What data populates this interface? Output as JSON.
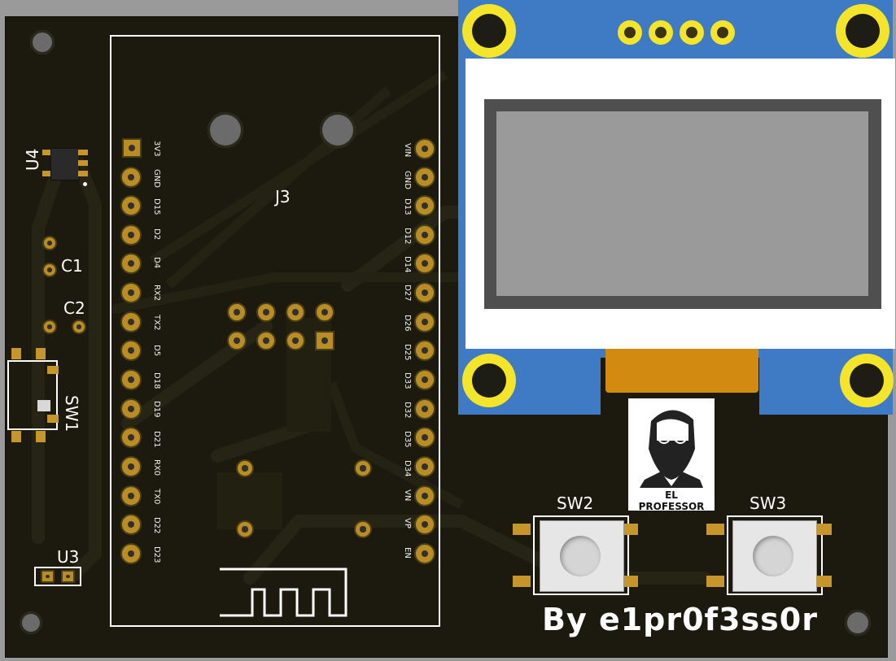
{
  "board": {
    "left_header": {
      "labels": [
        "3V3",
        "GND",
        "D15",
        "D2",
        "D4",
        "RX2",
        "TX2",
        "D5",
        "D18",
        "D19",
        "D21",
        "RX0",
        "TX0",
        "D22",
        "D23"
      ]
    },
    "right_header": {
      "labels": [
        "VIN",
        "GND",
        "D13",
        "D12",
        "D14",
        "D27",
        "D26",
        "D25",
        "D33",
        "D32",
        "D35",
        "D34",
        "VN",
        "VP",
        "EN"
      ]
    },
    "refs": {
      "j3": "J3",
      "u4": "U4",
      "c1": "C1",
      "c2": "C2",
      "sw1": "SW1",
      "u3": "U3",
      "sw2": "SW2",
      "sw3": "SW3"
    },
    "logo": {
      "brand": "EL PROFESSOR"
    },
    "credit": "By e1pr0f3ss0r"
  },
  "colors": {
    "board": "#1c1a0f",
    "pad_gold": "#b98d23",
    "oled_pcb": "#3f7bc4",
    "oled_hole": "#f5e52a",
    "display_glass": "#9a9a9a",
    "flex_cable": "#d38a10"
  }
}
